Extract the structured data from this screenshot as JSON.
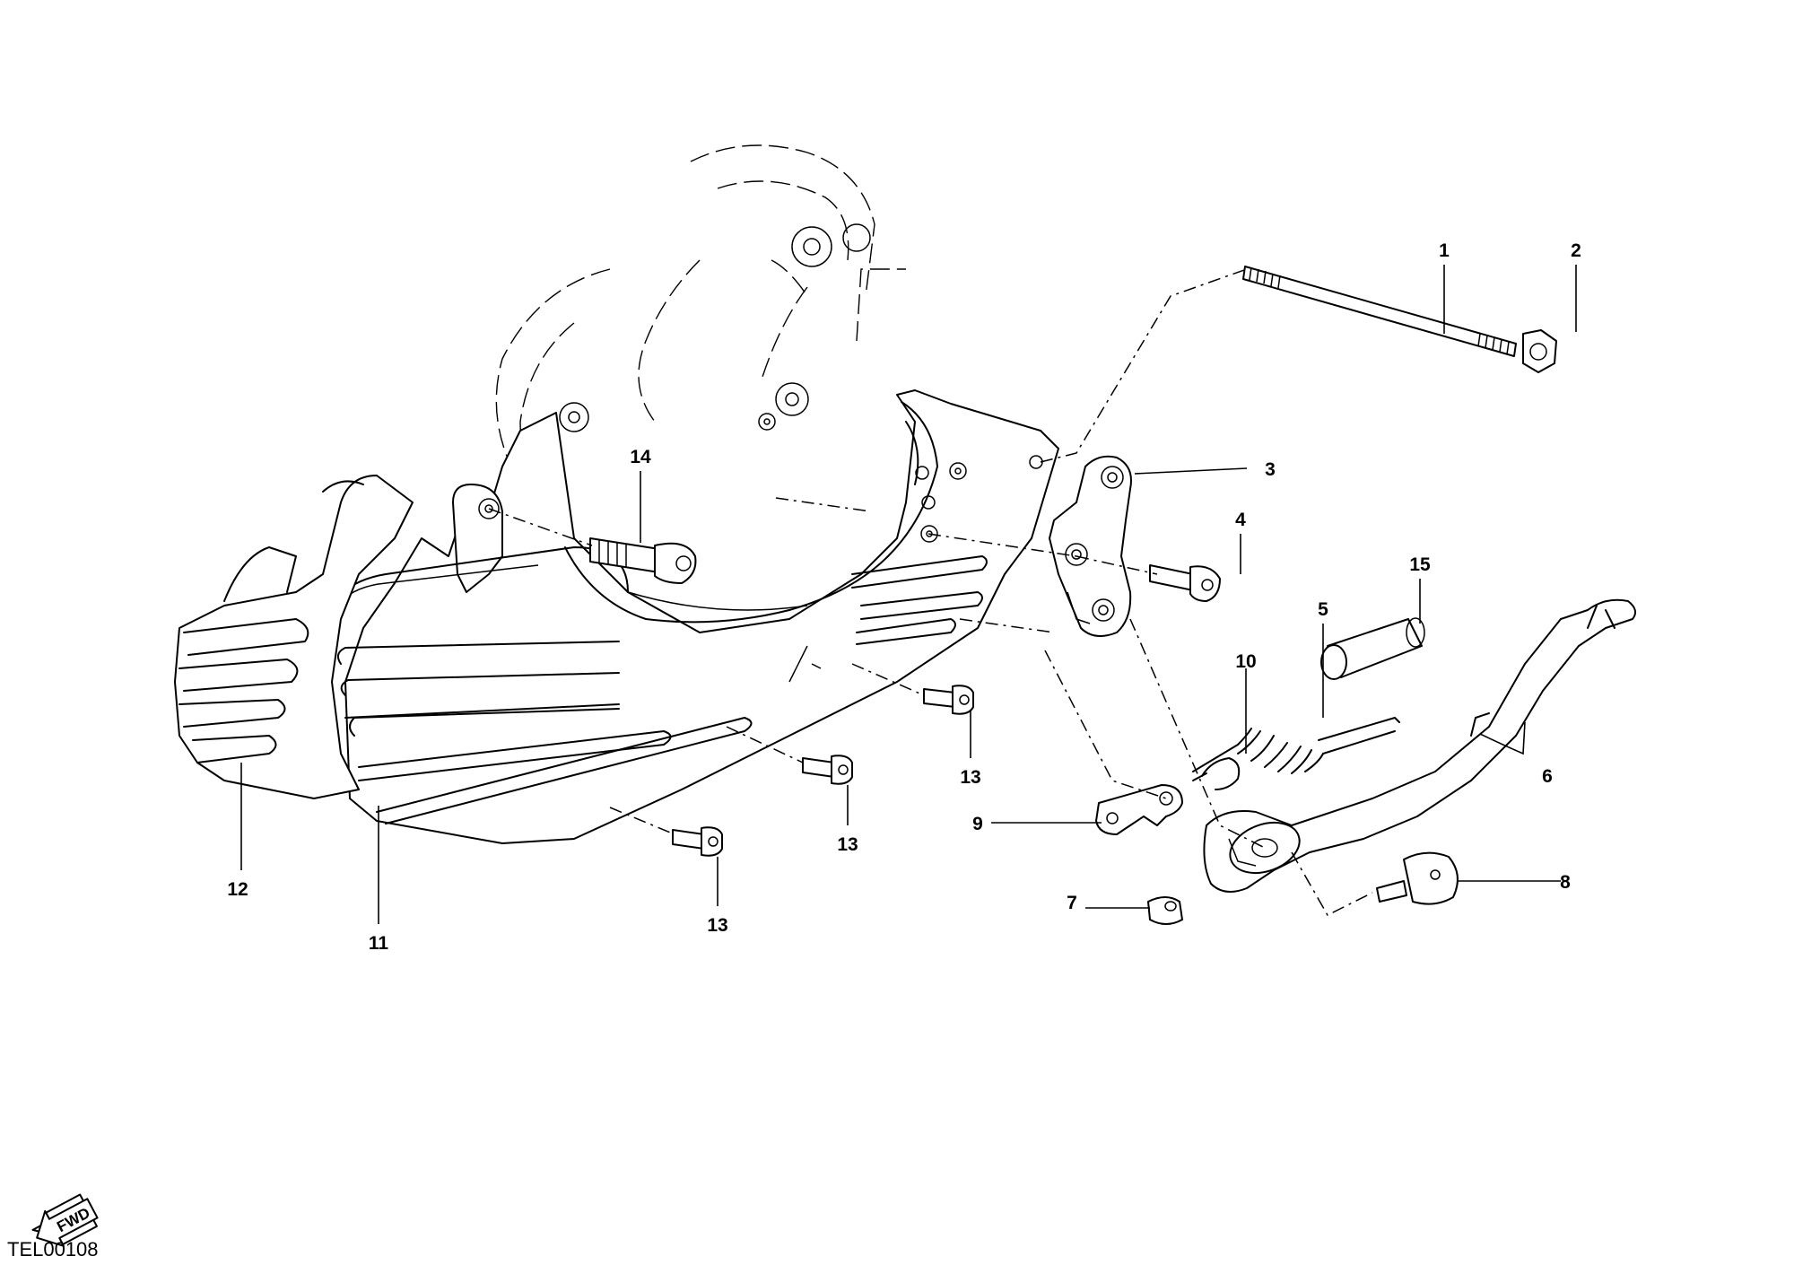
{
  "diagram": {
    "drawing_code": "TEL00108",
    "fwd_label": "FWD",
    "callouts": {
      "c1": "1",
      "c2": "2",
      "c3": "3",
      "c4": "4",
      "c5": "5",
      "c6": "6",
      "c7": "7",
      "c8": "8",
      "c9": "9",
      "c10": "10",
      "c11": "11",
      "c12": "12",
      "c13a": "13",
      "c13b": "13",
      "c13c": "13",
      "c14": "14",
      "c15": "15"
    }
  }
}
